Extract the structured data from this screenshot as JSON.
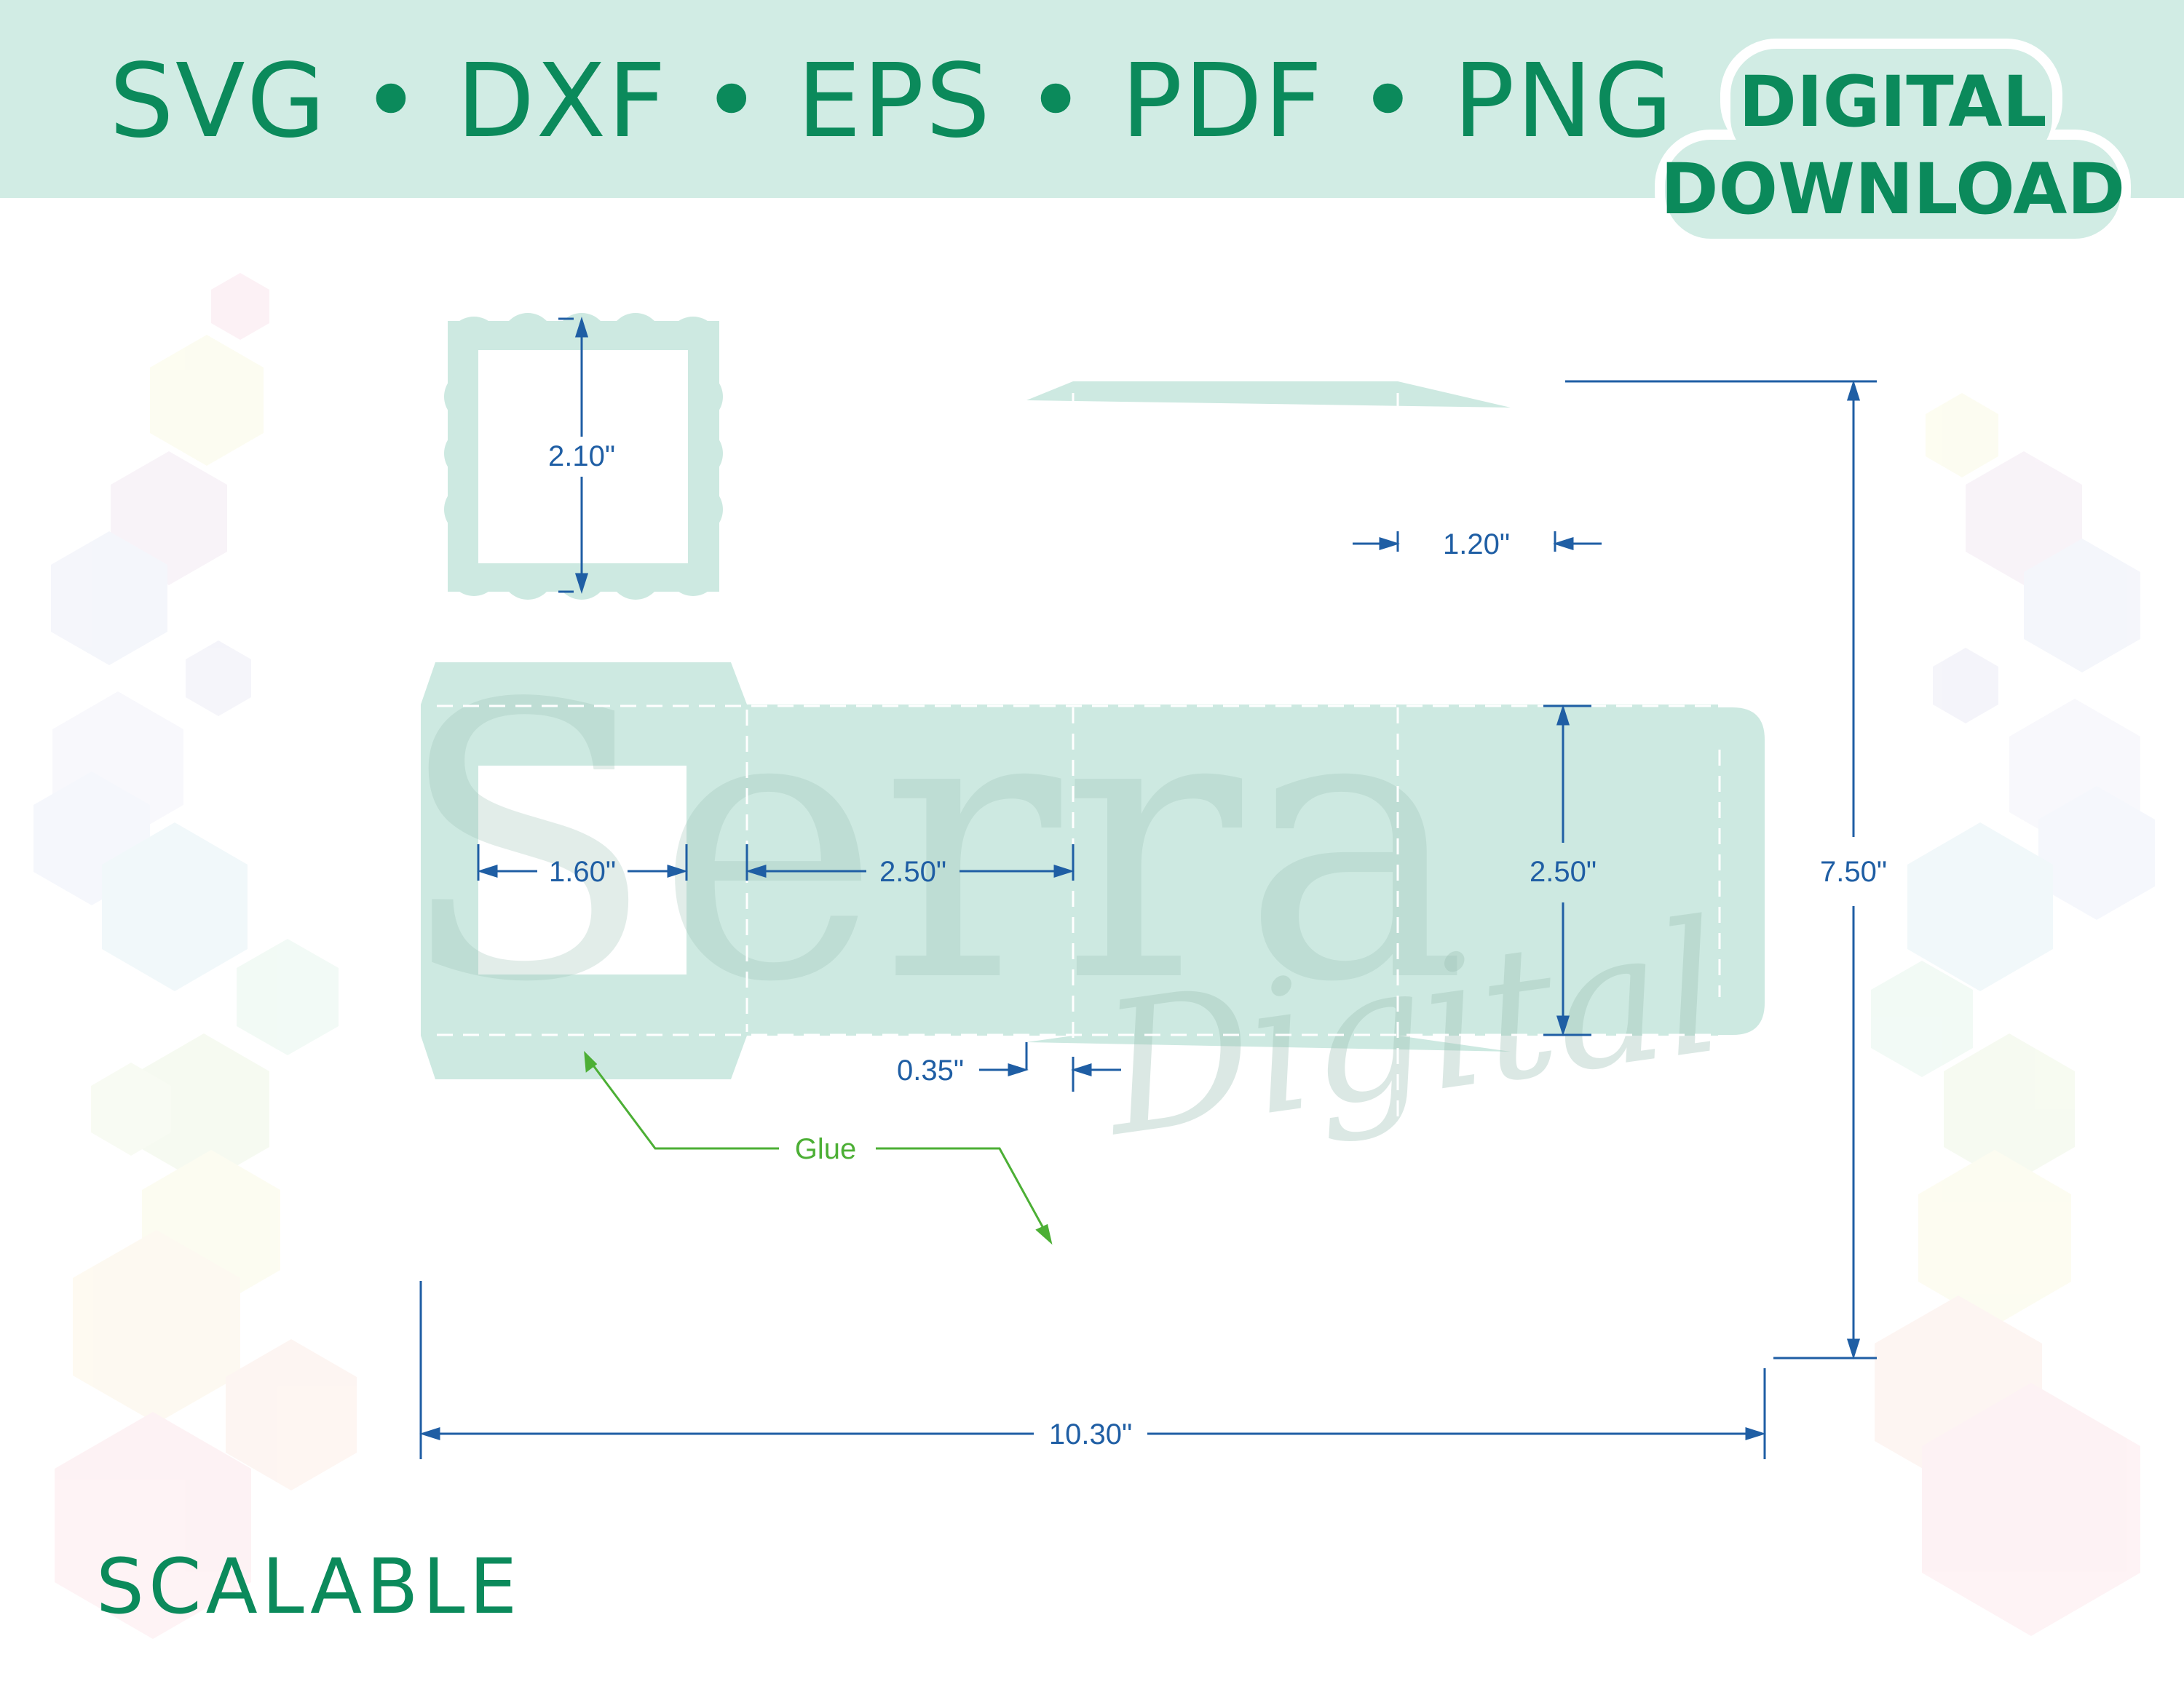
{
  "header": {
    "formats_text": "SVG • DXF • EPS • PDF • PNG",
    "badge_line1": "DIGITAL",
    "badge_line2": "DOWNLOAD"
  },
  "footer": {
    "scalable_text": "SCALABLE"
  },
  "watermark": {
    "brand": "Serra",
    "sub": "Digital"
  },
  "dimensions": {
    "frame_height": "2.10\"",
    "flap_width": "1.20\"",
    "window_width": "1.60\"",
    "panel_width": "2.50\"",
    "panel_height": "2.50\"",
    "total_height": "7.50\"",
    "tab_width": "0.35\"",
    "total_width": "10.30\""
  },
  "annotations": {
    "glue_label": "Glue"
  },
  "colors": {
    "banner": "#d1ece4",
    "brand_green": "#0b8a5b",
    "template_fill": "#cde9e1",
    "dimension_blue": "#1f5ea4",
    "glue_green": "#4caf35"
  }
}
